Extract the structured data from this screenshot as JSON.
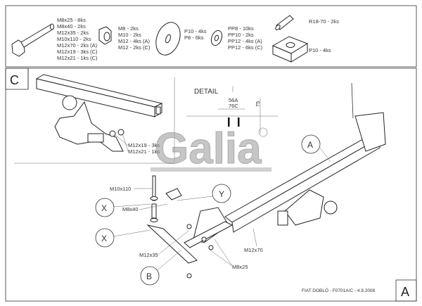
{
  "parts_panel": {
    "bolts": [
      "M8x25 - 8ks",
      "M8x40 - 2ks",
      "M12x35 - 2ks",
      "M10x110 - 2ks",
      "M12x70 - 2ks (A)",
      "M12x19 - 3ks (C)",
      "M12x21 - 1ks (C)"
    ],
    "nuts": [
      "M8 - 2ks",
      "M10 - 2ks",
      "M12 - 4ks (A)",
      "M12 - 2ks (C)"
    ],
    "large_washers": [
      "P10 - 4ks",
      "P8 - 6ks"
    ],
    "spring_washers": [
      "PP8 - 10ks",
      "PP10 - 2ks",
      "PP12 - 4ks (A)",
      "PP12 - 6ks (C)"
    ],
    "spacer_tube": "R18-70 - 2ks",
    "square_plate": "P10 - 4ks"
  },
  "main": {
    "variant_c_label": "C",
    "variant_c_bolts": [
      "M12x19 - 3ks",
      "M12x21 - 1ks"
    ],
    "detail": {
      "title": "DETAIL",
      "dim_width_a": "56A",
      "dim_width_c": "76C",
      "dim_height": "75"
    },
    "logo": "Galia",
    "callouts": {
      "a": "A",
      "b": "B",
      "x1": "X",
      "x2": "X",
      "y": "Y"
    },
    "labels": {
      "m10x110": "M10x110",
      "m8x40": "M8x40",
      "m12x35": "M12x35",
      "m12x70": "M12x70",
      "m8x25": "M8x25"
    },
    "footer": "FIAT DOBLÓ - F0701A/C - 4.9.2008",
    "variant_a_label": "A"
  }
}
